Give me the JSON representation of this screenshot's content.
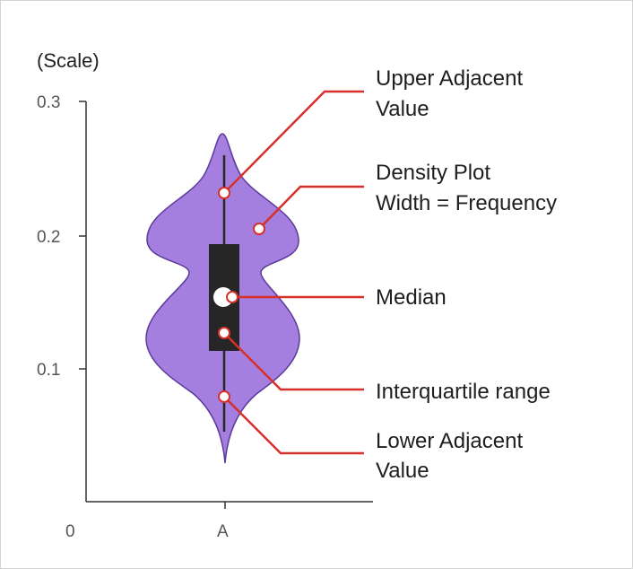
{
  "diagram": {
    "y_axis_label": "(Scale)",
    "y_ticks": [
      "0.3",
      "0.2",
      "0.1"
    ],
    "x_origin_label": "0",
    "category_label": "A",
    "annotations": {
      "upper_adjacent": [
        "Upper Adjacent",
        "Value"
      ],
      "density": [
        "Density Plot",
        "Width = Frequency"
      ],
      "median": [
        "Median"
      ],
      "iqr": [
        "Interquartile range"
      ],
      "lower_adjacent": [
        "Lower Adjacent",
        "Value"
      ]
    },
    "colors": {
      "violin_fill": "#a57fe0",
      "violin_stroke": "#5a3a9a",
      "box": "#262626",
      "median_dot": "#ffffff",
      "leader_line": "#d6302a",
      "marker_stroke": "#d6302a",
      "axis": "#333333"
    }
  }
}
